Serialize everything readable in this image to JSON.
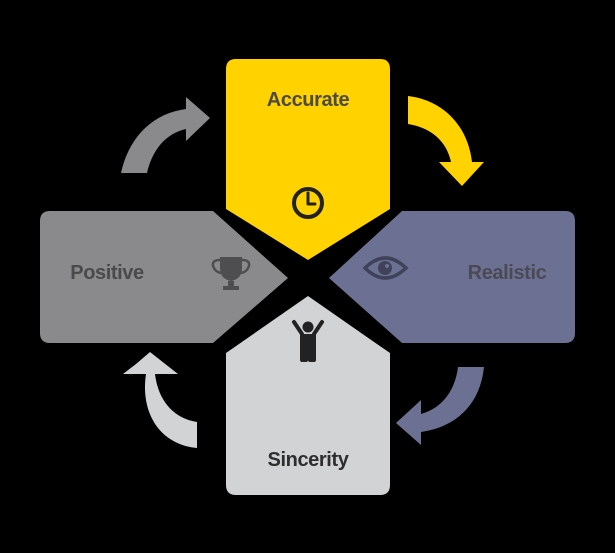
{
  "diagram": {
    "background": "#000000",
    "panels": {
      "top": {
        "label": "Accurate",
        "color": "#FFD200",
        "label_color": "#4A4A4A",
        "icon": "clock-icon"
      },
      "right": {
        "label": "Realistic",
        "color": "#6C7193",
        "label_color": "#4A4A55",
        "icon": "eye-icon"
      },
      "bottom": {
        "label": "Sincerity",
        "color": "#D1D3D4",
        "label_color": "#2E2E2E",
        "icon": "person-icon"
      },
      "left": {
        "label": "Positive",
        "color": "#8A8A8D",
        "label_color": "#4A4A4A",
        "icon": "trophy-icon"
      }
    },
    "arrows": {
      "top_left": {
        "color": "#8A8A8D",
        "icon": "curved-arrow-icon"
      },
      "top_right": {
        "color": "#FFD200",
        "icon": "curved-arrow-icon"
      },
      "bottom_right": {
        "color": "#6C7193",
        "icon": "curved-arrow-icon"
      },
      "bottom_left": {
        "color": "#D1D3D4",
        "icon": "curved-arrow-icon"
      }
    }
  }
}
